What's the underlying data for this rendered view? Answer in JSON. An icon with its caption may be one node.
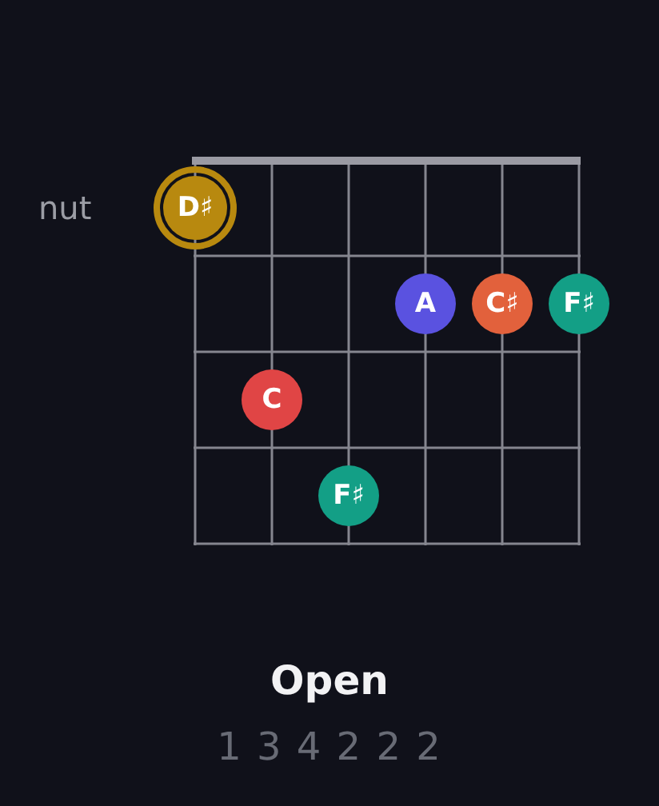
{
  "diagram": {
    "title": "Open",
    "nodes": [
      {
        "text": [
          "D♯"
        ]
      },
      {
        "text": [
          "A"
        ]
      },
      {
        "text": [
          "C♯"
        ]
      },
      {
        "text": [
          "F♯"
        ]
      },
      {
        "text": [
          "C"
        ]
      },
      {
        "text": [
          "F♯"
        ]
      }
    ],
    "labels": [
      "nut",
      "1 3 4 2 2 2"
    ]
  }
}
